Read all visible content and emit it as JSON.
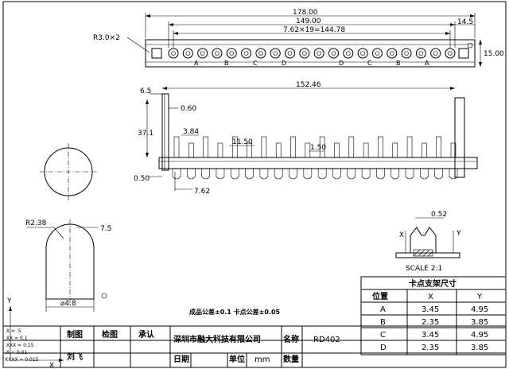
{
  "top_view": {
    "dims": {
      "overall": "178.00",
      "pitch_overall": "149.00",
      "pitch_chain": "7.62×19=144.78",
      "end_offset": "14.5",
      "height": "15.00",
      "hole_radius": "R3.0×2"
    },
    "position_letters": [
      "A",
      "B",
      "C",
      "D",
      "D",
      "C",
      "B",
      "A"
    ]
  },
  "side_view": {
    "dims": {
      "length": "152.46",
      "left_offset": "6.5",
      "thickness": "0.60",
      "height": "37.1",
      "pin_top": "3.84",
      "pin_width": "11.50",
      "pin_thick": "1.50",
      "base": "0.50",
      "pitch": "7.62"
    }
  },
  "cap_view": {
    "dims": {
      "radius": "R2.38",
      "height": "7.5",
      "diameter": "⌀4.8"
    }
  },
  "scale_view": {
    "dim": "0.52",
    "label": "SCALE 2:1",
    "x_label": "X",
    "y_label": "Y"
  },
  "bracket_table": {
    "title": "卡点支架尺寸",
    "headers": [
      "位置",
      "X",
      "Y"
    ],
    "rows": [
      {
        "pos": "A",
        "x": "3.45",
        "y": "4.95"
      },
      {
        "pos": "B",
        "x": "2.35",
        "y": "3.85"
      },
      {
        "pos": "C",
        "x": "3.45",
        "y": "4.95"
      },
      {
        "pos": "D",
        "x": "2.35",
        "y": "3.85"
      }
    ]
  },
  "tolerance_note": "成品公差±0.1 卡点公差±0.05",
  "title_block": {
    "tolerances": [
      ".X = .5",
      ".XX = 0.1",
      ".XXX = 0.15",
      ".X = 0.01",
      "XXXX = 0.015"
    ],
    "drawn_by": "制图",
    "checked_by": "检图",
    "approved_by": "承认",
    "drafter_name": "刘飞",
    "company": "深圳市融大科技有限公司",
    "name_label": "名称",
    "part_name": "RD402",
    "date_label": "日期",
    "unit_label": "单位",
    "unit_value": "mm",
    "qty_label": "数量"
  },
  "axis_labels": {
    "y": "Y",
    "x": "X"
  }
}
